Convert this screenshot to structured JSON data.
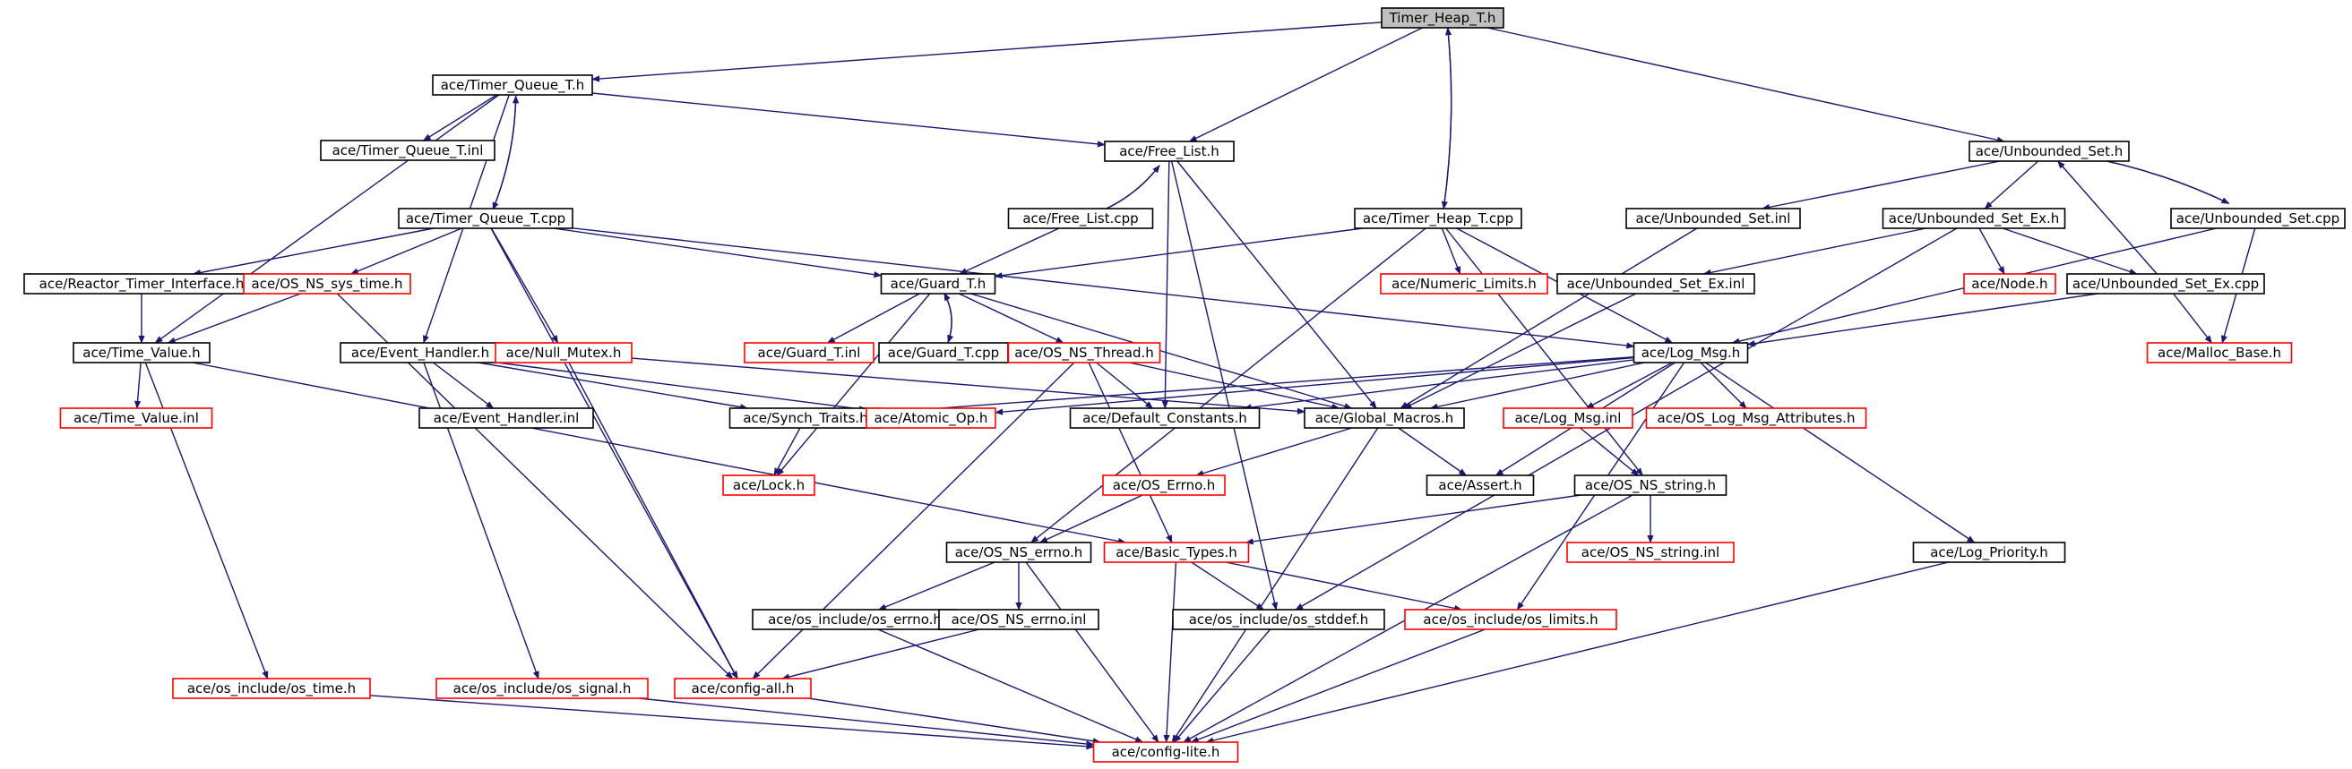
{
  "diagram": {
    "colors": {
      "edge": "#191970",
      "node_fill": "#ffffff",
      "root_fill": "#bfbfbf",
      "border_black": "#000000",
      "border_red": "#ff0000"
    },
    "nodes": [
      {
        "id": "timer_heap_h",
        "label": "Timer_Heap_T.h",
        "border": "black",
        "root": true
      },
      {
        "id": "timer_queue_h",
        "label": "ace/Timer_Queue_T.h",
        "border": "black"
      },
      {
        "id": "timer_queue_inl",
        "label": "ace/Timer_Queue_T.inl",
        "border": "black"
      },
      {
        "id": "timer_queue_cpp",
        "label": "ace/Timer_Queue_T.cpp",
        "border": "black"
      },
      {
        "id": "free_list_h",
        "label": "ace/Free_List.h",
        "border": "black"
      },
      {
        "id": "free_list_cpp",
        "label": "ace/Free_List.cpp",
        "border": "black"
      },
      {
        "id": "timer_heap_cpp",
        "label": "ace/Timer_Heap_T.cpp",
        "border": "black"
      },
      {
        "id": "unbounded_set_h",
        "label": "ace/Unbounded_Set.h",
        "border": "black"
      },
      {
        "id": "unbounded_set_inl",
        "label": "ace/Unbounded_Set.inl",
        "border": "black"
      },
      {
        "id": "unbounded_set_ex_h",
        "label": "ace/Unbounded_Set_Ex.h",
        "border": "black"
      },
      {
        "id": "unbounded_set_cpp",
        "label": "ace/Unbounded_Set.cpp",
        "border": "black"
      },
      {
        "id": "reactor_timer",
        "label": "ace/Reactor_Timer_Interface.h",
        "border": "black"
      },
      {
        "id": "os_ns_sys_time",
        "label": "ace/OS_NS_sys_time.h",
        "border": "red"
      },
      {
        "id": "guard_h",
        "label": "ace/Guard_T.h",
        "border": "black"
      },
      {
        "id": "numeric_limits",
        "label": "ace/Numeric_Limits.h",
        "border": "red"
      },
      {
        "id": "unbounded_set_ex_inl",
        "label": "ace/Unbounded_Set_Ex.inl",
        "border": "black"
      },
      {
        "id": "node_h",
        "label": "ace/Node.h",
        "border": "red"
      },
      {
        "id": "unbounded_set_ex_cpp",
        "label": "ace/Unbounded_Set_Ex.cpp",
        "border": "black"
      },
      {
        "id": "time_value_h",
        "label": "ace/Time_Value.h",
        "border": "black"
      },
      {
        "id": "event_handler_h",
        "label": "ace/Event_Handler.h",
        "border": "black"
      },
      {
        "id": "null_mutex",
        "label": "ace/Null_Mutex.h",
        "border": "red"
      },
      {
        "id": "guard_inl",
        "label": "ace/Guard_T.inl",
        "border": "red"
      },
      {
        "id": "guard_cpp",
        "label": "ace/Guard_T.cpp",
        "border": "black"
      },
      {
        "id": "os_ns_thread",
        "label": "ace/OS_NS_Thread.h",
        "border": "red"
      },
      {
        "id": "log_msg_h",
        "label": "ace/Log_Msg.h",
        "border": "black"
      },
      {
        "id": "malloc_base",
        "label": "ace/Malloc_Base.h",
        "border": "red"
      },
      {
        "id": "time_value_inl",
        "label": "ace/Time_Value.inl",
        "border": "red"
      },
      {
        "id": "event_handler_inl",
        "label": "ace/Event_Handler.inl",
        "border": "black"
      },
      {
        "id": "synch_traits",
        "label": "ace/Synch_Traits.h",
        "border": "black"
      },
      {
        "id": "atomic_op",
        "label": "ace/Atomic_Op.h",
        "border": "red"
      },
      {
        "id": "default_constants",
        "label": "ace/Default_Constants.h",
        "border": "black"
      },
      {
        "id": "global_macros",
        "label": "ace/Global_Macros.h",
        "border": "black"
      },
      {
        "id": "log_msg_inl",
        "label": "ace/Log_Msg.inl",
        "border": "red"
      },
      {
        "id": "os_log_msg_attr",
        "label": "ace/OS_Log_Msg_Attributes.h",
        "border": "red"
      },
      {
        "id": "lock_h",
        "label": "ace/Lock.h",
        "border": "red"
      },
      {
        "id": "os_errno",
        "label": "ace/OS_Errno.h",
        "border": "red"
      },
      {
        "id": "assert_h",
        "label": "ace/Assert.h",
        "border": "black"
      },
      {
        "id": "os_ns_string_h",
        "label": "ace/OS_NS_string.h",
        "border": "black"
      },
      {
        "id": "os_ns_errno_h",
        "label": "ace/OS_NS_errno.h",
        "border": "black"
      },
      {
        "id": "basic_types",
        "label": "ace/Basic_Types.h",
        "border": "red"
      },
      {
        "id": "os_ns_string_inl",
        "label": "ace/OS_NS_string.inl",
        "border": "red"
      },
      {
        "id": "log_priority",
        "label": "ace/Log_Priority.h",
        "border": "black"
      },
      {
        "id": "os_include_errno",
        "label": "ace/os_include/os_errno.h",
        "border": "black"
      },
      {
        "id": "os_ns_errno_inl",
        "label": "ace/OS_NS_errno.inl",
        "border": "black"
      },
      {
        "id": "os_include_stddef",
        "label": "ace/os_include/os_stddef.h",
        "border": "black"
      },
      {
        "id": "os_include_limits",
        "label": "ace/os_include/os_limits.h",
        "border": "red"
      },
      {
        "id": "os_include_time",
        "label": "ace/os_include/os_time.h",
        "border": "red"
      },
      {
        "id": "os_include_signal",
        "label": "ace/os_include/os_signal.h",
        "border": "red"
      },
      {
        "id": "config_all",
        "label": "ace/config-all.h",
        "border": "red"
      },
      {
        "id": "config_lite",
        "label": "ace/config-lite.h",
        "border": "red"
      }
    ],
    "edges": [
      [
        "timer_heap_h",
        "timer_queue_h"
      ],
      [
        "timer_heap_h",
        "free_list_h"
      ],
      [
        "timer_heap_h",
        "timer_heap_cpp"
      ],
      [
        "timer_heap_cpp",
        "timer_heap_h"
      ],
      [
        "timer_heap_h",
        "unbounded_set_h"
      ],
      [
        "timer_queue_h",
        "timer_queue_inl"
      ],
      [
        "timer_queue_h",
        "timer_queue_cpp"
      ],
      [
        "timer_queue_cpp",
        "timer_queue_h"
      ],
      [
        "timer_queue_h",
        "free_list_h"
      ],
      [
        "timer_queue_h",
        "time_value_h"
      ],
      [
        "timer_queue_h",
        "event_handler_h"
      ],
      [
        "free_list_h",
        "free_list_cpp"
      ],
      [
        "free_list_cpp",
        "free_list_h"
      ],
      [
        "free_list_h",
        "global_macros"
      ],
      [
        "free_list_h",
        "default_constants"
      ],
      [
        "free_list_h",
        "os_include_stddef"
      ],
      [
        "free_list_cpp",
        "guard_h"
      ],
      [
        "timer_queue_cpp",
        "reactor_timer"
      ],
      [
        "timer_queue_cpp",
        "os_ns_sys_time"
      ],
      [
        "timer_queue_cpp",
        "guard_h"
      ],
      [
        "timer_queue_cpp",
        "null_mutex"
      ],
      [
        "timer_queue_cpp",
        "log_msg_h"
      ],
      [
        "timer_queue_cpp",
        "config_all"
      ],
      [
        "reactor_timer",
        "time_value_h"
      ],
      [
        "os_ns_sys_time",
        "time_value_h"
      ],
      [
        "os_ns_sys_time",
        "config_all"
      ],
      [
        "timer_heap_cpp",
        "guard_h"
      ],
      [
        "timer_heap_cpp",
        "numeric_limits"
      ],
      [
        "timer_heap_cpp",
        "log_msg_h"
      ],
      [
        "timer_heap_cpp",
        "os_ns_errno_h"
      ],
      [
        "timer_heap_cpp",
        "os_ns_string_h"
      ],
      [
        "unbounded_set_h",
        "unbounded_set_inl"
      ],
      [
        "unbounded_set_h",
        "unbounded_set_ex_h"
      ],
      [
        "unbounded_set_h",
        "unbounded_set_cpp"
      ],
      [
        "unbounded_set_cpp",
        "unbounded_set_h"
      ],
      [
        "unbounded_set_inl",
        "global_macros"
      ],
      [
        "unbounded_set_ex_h",
        "node_h"
      ],
      [
        "unbounded_set_ex_h",
        "unbounded_set_ex_inl"
      ],
      [
        "unbounded_set_ex_h",
        "unbounded_set_ex_cpp"
      ],
      [
        "unbounded_set_ex_cpp",
        "unbounded_set_h"
      ],
      [
        "unbounded_set_ex_h",
        "os_include_stddef"
      ],
      [
        "unbounded_set_ex_inl",
        "global_macros"
      ],
      [
        "unbounded_set_ex_cpp",
        "malloc_base"
      ],
      [
        "unbounded_set_ex_cpp",
        "log_msg_h"
      ],
      [
        "unbounded_set_cpp",
        "malloc_base"
      ],
      [
        "unbounded_set_cpp",
        "log_msg_h"
      ],
      [
        "guard_h",
        "guard_inl"
      ],
      [
        "guard_h",
        "guard_cpp"
      ],
      [
        "guard_cpp",
        "guard_h"
      ],
      [
        "guard_h",
        "os_ns_thread"
      ],
      [
        "guard_h",
        "global_macros"
      ],
      [
        "guard_h",
        "lock_h"
      ],
      [
        "time_value_h",
        "time_value_inl"
      ],
      [
        "time_value_h",
        "os_include_time"
      ],
      [
        "time_value_h",
        "basic_types"
      ],
      [
        "event_handler_h",
        "event_handler_inl"
      ],
      [
        "event_handler_h",
        "synch_traits"
      ],
      [
        "event_handler_h",
        "atomic_op"
      ],
      [
        "event_handler_h",
        "os_include_signal"
      ],
      [
        "null_mutex",
        "global_macros"
      ],
      [
        "null_mutex",
        "config_all"
      ],
      [
        "os_ns_thread",
        "default_constants"
      ],
      [
        "os_ns_thread",
        "global_macros"
      ],
      [
        "os_ns_thread",
        "basic_types"
      ],
      [
        "os_ns_thread",
        "config_all"
      ],
      [
        "log_msg_h",
        "default_constants"
      ],
      [
        "log_msg_h",
        "global_macros"
      ],
      [
        "log_msg_h",
        "atomic_op"
      ],
      [
        "log_msg_h",
        "synch_traits"
      ],
      [
        "log_msg_h",
        "log_msg_inl"
      ],
      [
        "log_msg_h",
        "os_log_msg_attr"
      ],
      [
        "log_msg_h",
        "log_priority"
      ],
      [
        "log_msg_h",
        "assert_h"
      ],
      [
        "log_msg_h",
        "os_include_limits"
      ],
      [
        "synch_traits",
        "lock_h"
      ],
      [
        "global_macros",
        "os_errno"
      ],
      [
        "global_macros",
        "assert_h"
      ],
      [
        "global_macros",
        "config_lite"
      ],
      [
        "log_msg_inl",
        "os_ns_string_h"
      ],
      [
        "os_errno",
        "os_ns_errno_h"
      ],
      [
        "os_ns_string_h",
        "os_ns_string_inl"
      ],
      [
        "os_ns_string_h",
        "basic_types"
      ],
      [
        "os_ns_string_h",
        "config_lite"
      ],
      [
        "os_ns_errno_h",
        "os_include_errno"
      ],
      [
        "os_ns_errno_h",
        "os_ns_errno_inl"
      ],
      [
        "os_ns_errno_h",
        "config_lite"
      ],
      [
        "os_ns_errno_inl",
        "config_all"
      ],
      [
        "basic_types",
        "os_include_stddef"
      ],
      [
        "basic_types",
        "os_include_limits"
      ],
      [
        "basic_types",
        "config_lite"
      ],
      [
        "os_include_errno",
        "config_lite"
      ],
      [
        "os_include_stddef",
        "config_lite"
      ],
      [
        "os_include_limits",
        "config_lite"
      ],
      [
        "log_priority",
        "config_lite"
      ],
      [
        "os_include_time",
        "config_lite"
      ],
      [
        "os_include_signal",
        "config_lite"
      ],
      [
        "config_all",
        "config_lite"
      ]
    ]
  }
}
